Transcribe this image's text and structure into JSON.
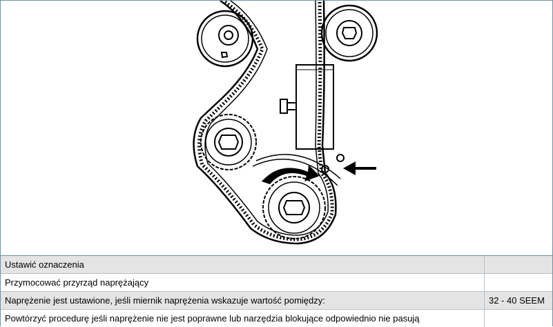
{
  "steps": [
    {
      "text": "Ustawić oznaczenia",
      "value": ""
    },
    {
      "text": "Przymocować przyrząd naprężający",
      "value": ""
    },
    {
      "text": "Naprężenie jest ustawione, jeśli miernik naprężenia wskazuje wartość pomiędzy:",
      "value": "32 - 40 SEEM"
    },
    {
      "text": "Powtórzyć procedurę jeśli naprężenie nie jest poprawne lub narzędzia blokujące odpowiednio nie pasują",
      "value": ""
    }
  ]
}
